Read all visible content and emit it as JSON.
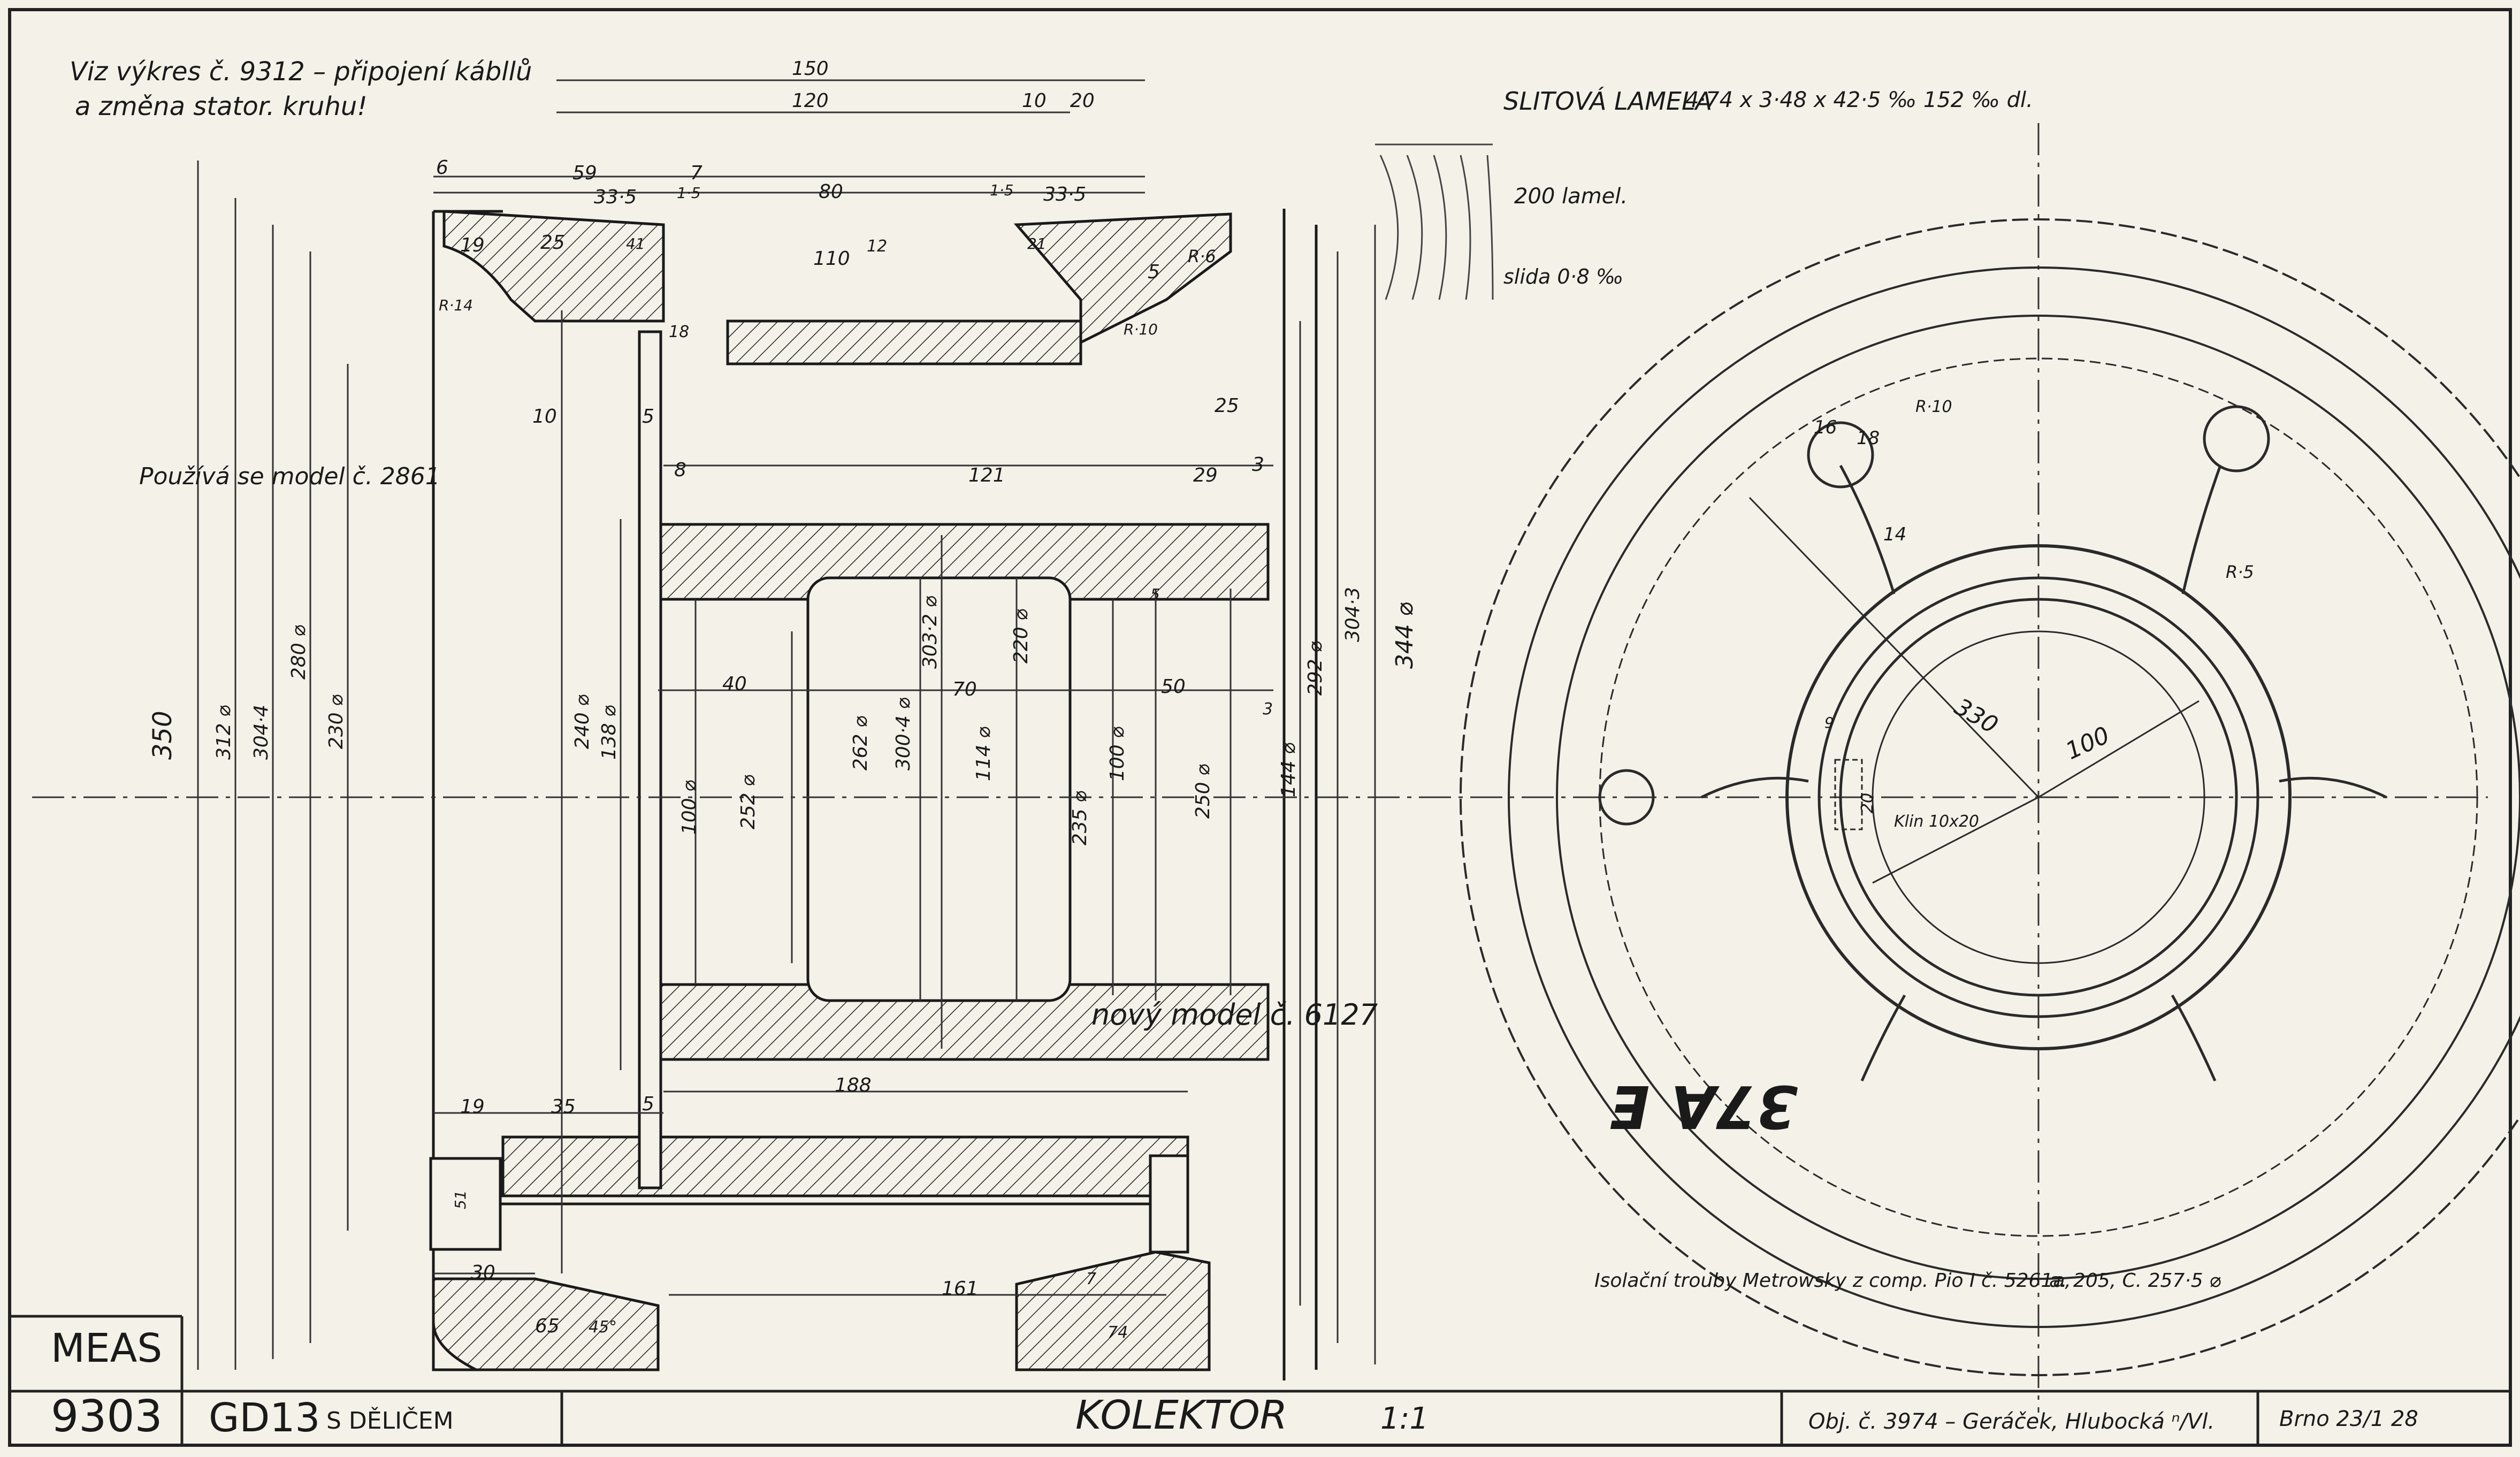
{
  "notes": {
    "top_left": "Viz výkres č. 9312 – připojení kábllů",
    "top_left_2": "a změna stator. kruhu!",
    "model_left": "Používá se model č. 2861",
    "new_model": "nový model č. 6127",
    "lamella": "SLITOVÁ LAMELA",
    "lamella_spec": "4·74 x 3·48 x 42·5 ‰ 152 ‰ dl.",
    "lamel_count": "200 lamel.",
    "slida": "slida 0·8 ‰",
    "insulation": "Isolační trouby Metrowsky z comp. Pio I č. 5261a,",
    "insulation_vals": "a. 205, C. 257·5 ⌀",
    "klin": "Klin 10x20",
    "stamp": "37A E"
  },
  "dims": {
    "d150": "150",
    "d120": "120",
    "d10": "10",
    "d20": "20",
    "d6": "6",
    "d59": "59",
    "d7": "7",
    "d80": "80",
    "d33_5a": "33·5",
    "d33_5b": "33·5",
    "d1_5a": "1·5",
    "d1_5b": "1·5",
    "d19": "19",
    "d25": "25",
    "d41": "41",
    "d21": "21",
    "d110": "110",
    "d12": "12",
    "d5a": "5",
    "d18": "18",
    "r6": "R·6",
    "r10": "R·10",
    "r14": "R·14",
    "d10b": "10",
    "d5b": "5",
    "d25b": "25",
    "d8": "8",
    "d121": "121",
    "d29": "29",
    "d3": "3",
    "d40": "40",
    "d70": "70",
    "d50": "50",
    "d3b": "3",
    "d5c": "5",
    "phi350": "350",
    "phi344": "344",
    "phi312": "312 ⌀",
    "phi304_4": "304·4",
    "phi280": "280 ⌀",
    "phi230": "230 ⌀",
    "phi240": "240 ⌀",
    "phi138": "138 ⌀",
    "phi100a": "100 ⌀",
    "phi252": "252 ⌀",
    "phi262": "262 ⌀",
    "phi300_4": "300·4 ⌀",
    "phi303_2": "303·2 ⌀",
    "phi114": "114 ⌀",
    "phi220": "220 ⌀",
    "phi235": "235 ⌀",
    "phi100b": "100 ⌀",
    "phi250": "250 ⌀",
    "phi144": "144 ⌀",
    "phi292": "292 ⌀",
    "phi304_3": "304·3",
    "phi344b": "344 ⌀",
    "d19b": "19",
    "d35": "35",
    "d5d": "5",
    "d188": "188",
    "d30": "30",
    "d161": "161",
    "d65": "65",
    "d45": "45°",
    "d7b": "7",
    "d74": "74",
    "d51": "51",
    "d16": "16",
    "d18b": "18",
    "r10b": "R·10",
    "d14": "14",
    "r5": "R·5",
    "d330": "330",
    "d100": "100",
    "d9": "9",
    "d20b": "20"
  },
  "title_block": {
    "code_top": "MEAS",
    "code_num": "9303",
    "machine": "GD13",
    "machine_sub": "S DĚLIČEM",
    "title": "KOLEKTOR",
    "scale": "1:1",
    "order": "Obj. č. 3974 – Geráček, Hlubocká ⁿ/Vl.",
    "date": "Brno 23/1 28"
  }
}
